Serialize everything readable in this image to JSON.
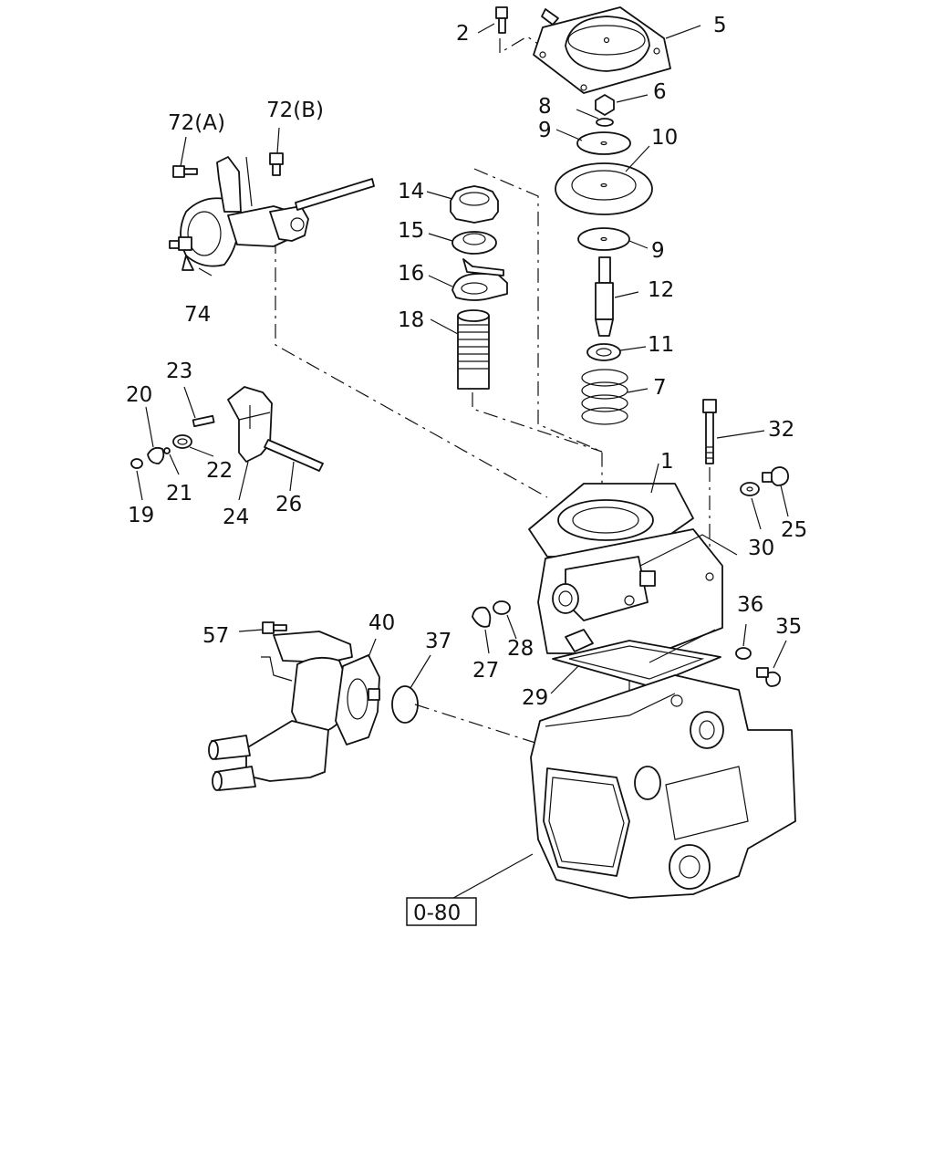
{
  "labels": {
    "p1": "1",
    "p2": "2",
    "p5": "5",
    "p6": "6",
    "p7": "7",
    "p8": "8",
    "p9a": "9",
    "p9b": "9",
    "p10": "10",
    "p11": "11",
    "p12": "12",
    "p14": "14",
    "p15": "15",
    "p16": "16",
    "p18": "18",
    "p19": "19",
    "p20": "20",
    "p21": "21",
    "p22": "22",
    "p23": "23",
    "p24": "24",
    "p25": "25",
    "p26": "26",
    "p27": "27",
    "p28": "28",
    "p29": "29",
    "p30": "30",
    "p32": "32",
    "p35": "35",
    "p36": "36",
    "p37": "37",
    "p40": "40",
    "p57": "57",
    "p72a": "72(A)",
    "p72b": "72(B)",
    "p74": "74"
  },
  "reference": "0-80"
}
